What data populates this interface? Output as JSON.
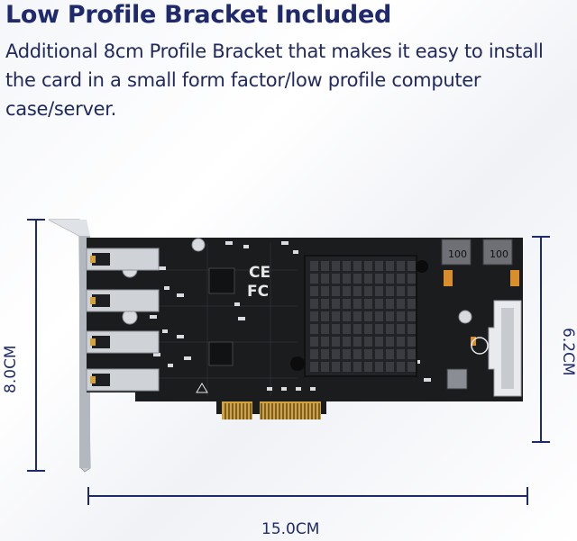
{
  "title": "Low Profile Bracket Included",
  "description_lines": [
    "Additional 8cm Profile Bracket that makes it easy to install",
    "the card in a small form factor/low profile computer",
    "case/server."
  ],
  "dimensions": {
    "bracket_height": "8.0CM",
    "card_height": "6.2CM",
    "card_length": "15.0CM"
  },
  "board_markings": {
    "ce": "CE",
    "fcc": "FC",
    "inductor_1": "100",
    "inductor_2": "100"
  },
  "colors": {
    "title": "#1f2a6d",
    "dimension_lines": "#1f2a6d",
    "pcb": "#1b1c1e",
    "heatsink": "#2a2b2f",
    "gold_fingers": "#d4a23c",
    "bracket": "#c9ccd1"
  },
  "icons": [
    "usb-port-icon",
    "heatsink-icon",
    "sata-power-connector-icon",
    "pcie-gold-fingers-icon"
  ]
}
